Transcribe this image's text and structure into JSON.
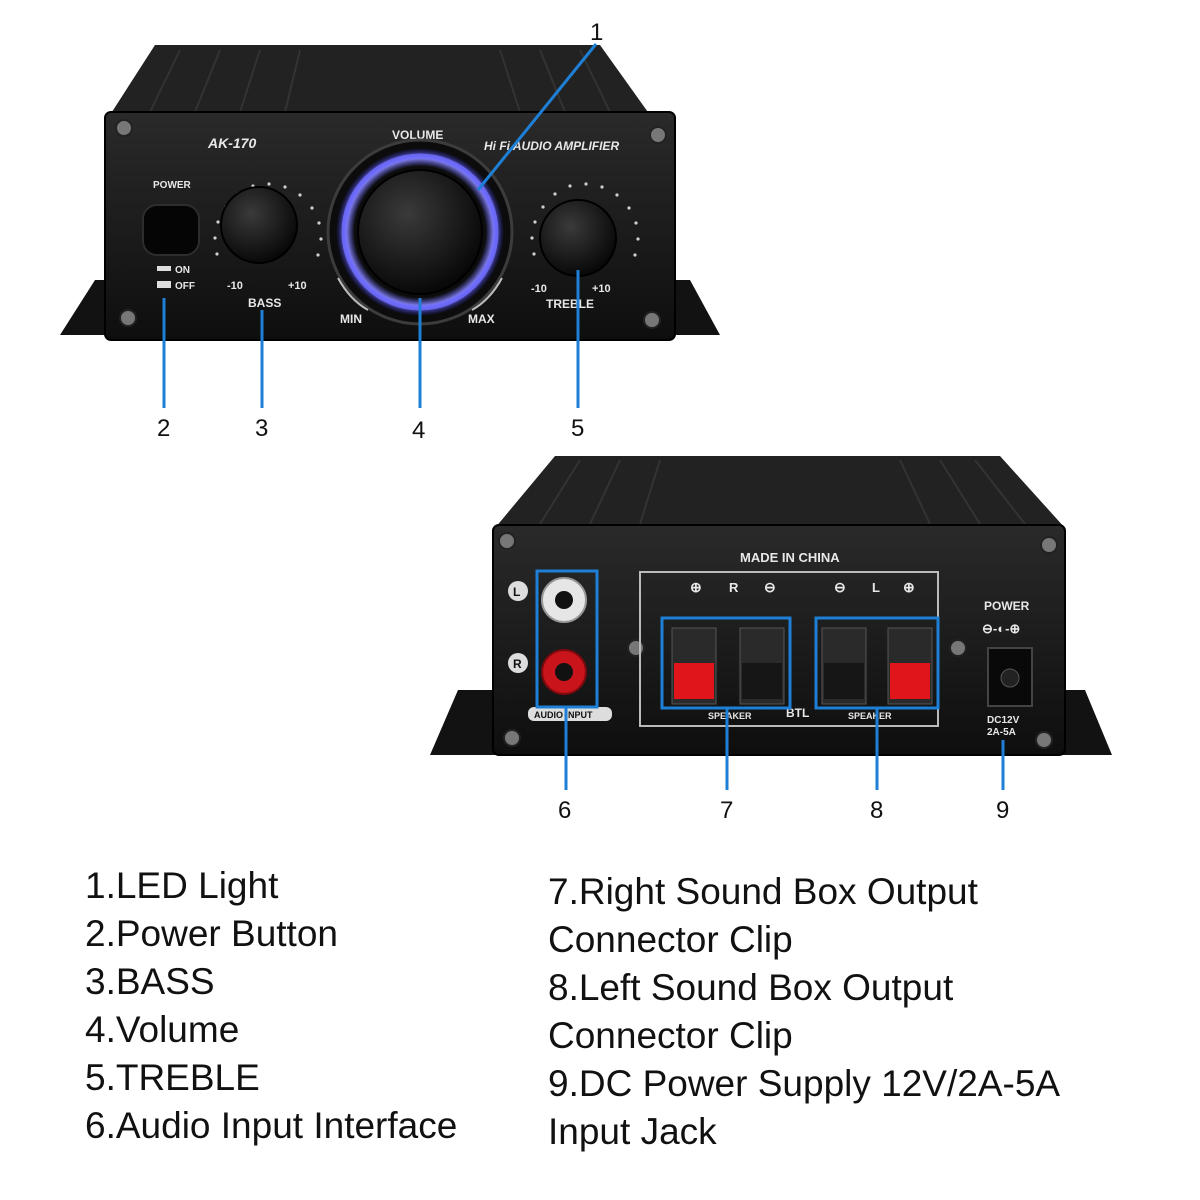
{
  "front": {
    "model": "AK-170",
    "subtitle": "Hi Fi AUDIO AMPLIFIER",
    "power_label": "POWER",
    "on_label": "ON",
    "off_label": "OFF",
    "volume_label": "VOLUME",
    "min_label": "MIN",
    "max_label": "MAX",
    "bass_label": "BASS",
    "treble_label": "TREBLE",
    "minus10": "-10",
    "plus10": "+10"
  },
  "back": {
    "made_in": "MADE IN CHINA",
    "r_label": "R",
    "l_label": "L",
    "input_l": "L",
    "input_r": "R",
    "audio_input_label": "AUDIO INPUT",
    "speaker_label": "SPEAKER",
    "btl_label": "BTL",
    "power_label": "POWER",
    "dc_label_1": "DC12V",
    "dc_label_2": "2A-5A"
  },
  "callouts": [
    "1",
    "2",
    "3",
    "4",
    "5",
    "6",
    "7",
    "8",
    "9"
  ],
  "legend": {
    "left": [
      "1.LED Light",
      "2.Power Button",
      "3.BASS",
      "4.Volume",
      "5.TREBLE",
      "6.Audio Input Interface"
    ],
    "right": [
      "7.Right Sound Box Output",
      "Connector Clip",
      "8.Left Sound Box Output",
      "Connector Clip",
      "9.DC Power Supply 12V/2A-5A",
      "Input Jack"
    ]
  },
  "colors": {
    "callout_line": "#1e7fd6",
    "highlight_box": "#1e7fd6",
    "chassis": "#1a1a1a",
    "led_ring": "#6f6cff",
    "speaker_clip": "#e0141b"
  }
}
